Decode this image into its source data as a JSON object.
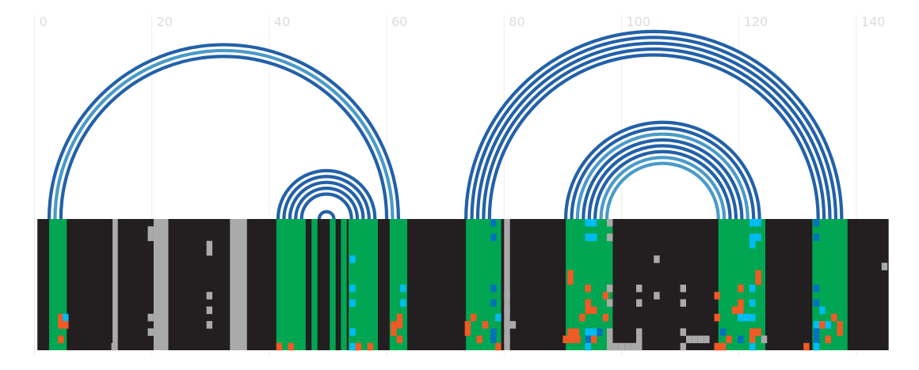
{
  "axis": {
    "min": 0,
    "max": 145,
    "ticks": [
      {
        "value": 0,
        "label": "0"
      },
      {
        "value": 20,
        "label": "20"
      },
      {
        "value": 40,
        "label": "40"
      },
      {
        "value": 60,
        "label": "60"
      },
      {
        "value": 80,
        "label": "80"
      },
      {
        "value": 100,
        "label": "100"
      },
      {
        "value": 120,
        "label": "120"
      },
      {
        "value": 140,
        "label": "140"
      }
    ]
  },
  "colors": {
    "background": "#ffffff",
    "track": "#231f20",
    "paired": "#00a651",
    "gap": "#aaaaaa",
    "mismatch": "#f15a24",
    "variant": "#00bcf2",
    "variant_alt": "#0072bc",
    "arc_dark": "#2361a8",
    "arc_light": "#4a9ac8",
    "gridline": "#eeeeee",
    "tick_label": "#dcdcdc"
  },
  "sequence": {
    "start": 0.5,
    "end": 145.5
  },
  "helices": [
    {
      "outer_left": 2.5,
      "outer_right": 62.0,
      "pairs": [
        {
          "left": 2.5,
          "right": 62.0,
          "tone": "dark"
        },
        {
          "left": 3.5,
          "right": 61.0,
          "tone": "light"
        },
        {
          "left": 4.5,
          "right": 60.0,
          "tone": "dark"
        }
      ]
    },
    {
      "outer_left": 41.5,
      "outer_right": 58.0,
      "pairs": [
        {
          "left": 41.5,
          "right": 58.0,
          "tone": "dark"
        },
        {
          "left": 42.5,
          "right": 57.0,
          "tone": "dark"
        },
        {
          "left": 43.5,
          "right": 56.0,
          "tone": "dark"
        },
        {
          "left": 44.5,
          "right": 55.0,
          "tone": "dark"
        },
        {
          "left": 45.5,
          "right": 54.0,
          "tone": "dark"
        },
        {
          "left": 48.5,
          "right": 51.0,
          "tone": "dark"
        }
      ]
    },
    {
      "outer_left": 73.5,
      "outer_right": 137.5,
      "pairs": [
        {
          "left": 73.5,
          "right": 137.5,
          "tone": "dark"
        },
        {
          "left": 74.5,
          "right": 136.5,
          "tone": "dark"
        },
        {
          "left": 75.5,
          "right": 135.5,
          "tone": "dark"
        },
        {
          "left": 76.5,
          "right": 134.5,
          "tone": "dark"
        },
        {
          "left": 77.5,
          "right": 133.5,
          "tone": "dark"
        }
      ]
    },
    {
      "outer_left": 90.5,
      "outer_right": 123.5,
      "pairs": [
        {
          "left": 90.5,
          "right": 123.5,
          "tone": "dark"
        },
        {
          "left": 91.5,
          "right": 122.5,
          "tone": "dark"
        },
        {
          "left": 92.5,
          "right": 121.5,
          "tone": "light"
        },
        {
          "left": 93.5,
          "right": 120.5,
          "tone": "dark"
        },
        {
          "left": 94.5,
          "right": 119.5,
          "tone": "dark"
        },
        {
          "left": 95.5,
          "right": 118.5,
          "tone": "dark"
        },
        {
          "left": 96.5,
          "right": 117.5,
          "tone": "light"
        },
        {
          "left": 97.5,
          "right": 116.5,
          "tone": "light"
        }
      ]
    }
  ],
  "columns": [
    {
      "start": 2.5,
      "end": 5.5,
      "kind": "paired"
    },
    {
      "start": 13.3,
      "end": 14.2,
      "kind": "gap"
    },
    {
      "start": 20.3,
      "end": 22.8,
      "kind": "gap"
    },
    {
      "start": 33.3,
      "end": 36.2,
      "kind": "gap"
    },
    {
      "start": 41.2,
      "end": 46.2,
      "kind": "paired"
    },
    {
      "start": 47.2,
      "end": 48.2,
      "kind": "paired"
    },
    {
      "start": 50.3,
      "end": 51.3,
      "kind": "paired"
    },
    {
      "start": 52.2,
      "end": 53.2,
      "kind": "paired"
    },
    {
      "start": 53.5,
      "end": 58.5,
      "kind": "paired"
    },
    {
      "start": 60.5,
      "end": 63.5,
      "kind": "paired"
    },
    {
      "start": 73.5,
      "end": 79.5,
      "kind": "paired"
    },
    {
      "start": 80.0,
      "end": 81.0,
      "kind": "gap"
    },
    {
      "start": 90.5,
      "end": 98.5,
      "kind": "paired"
    },
    {
      "start": 116.5,
      "end": 124.5,
      "kind": "paired"
    },
    {
      "start": 132.5,
      "end": 138.5,
      "kind": "paired"
    }
  ],
  "cells": [
    {
      "pos": 4.5,
      "row": 13,
      "kind": "mismatch"
    },
    {
      "pos": 5.3,
      "row": 13,
      "kind": "variant"
    },
    {
      "pos": 4.5,
      "row": 14,
      "kind": "mismatch"
    },
    {
      "pos": 5.3,
      "row": 14,
      "kind": "mismatch"
    },
    {
      "pos": 4.5,
      "row": 16,
      "kind": "mismatch"
    },
    {
      "pos": 19.8,
      "row": 1,
      "kind": "gap"
    },
    {
      "pos": 19.8,
      "row": 2,
      "kind": "gap"
    },
    {
      "pos": 19.8,
      "row": 13,
      "kind": "gap"
    },
    {
      "pos": 19.8,
      "row": 15,
      "kind": "gap"
    },
    {
      "pos": 29.8,
      "row": 3,
      "kind": "gap"
    },
    {
      "pos": 29.8,
      "row": 4,
      "kind": "gap"
    },
    {
      "pos": 29.8,
      "row": 10,
      "kind": "gap"
    },
    {
      "pos": 29.8,
      "row": 12,
      "kind": "gap"
    },
    {
      "pos": 29.8,
      "row": 14,
      "kind": "gap"
    },
    {
      "pos": 13.6,
      "row": 17,
      "kind": "gap"
    },
    {
      "pos": 41.7,
      "row": 17,
      "kind": "mismatch"
    },
    {
      "pos": 43.7,
      "row": 17,
      "kind": "mismatch"
    },
    {
      "pos": 54.2,
      "row": 5,
      "kind": "variant"
    },
    {
      "pos": 54.2,
      "row": 9,
      "kind": "variant"
    },
    {
      "pos": 54.2,
      "row": 11,
      "kind": "variant"
    },
    {
      "pos": 54.2,
      "row": 15,
      "kind": "variant"
    },
    {
      "pos": 54.2,
      "row": 17,
      "kind": "variant"
    },
    {
      "pos": 55.2,
      "row": 17,
      "kind": "mismatch"
    },
    {
      "pos": 57.2,
      "row": 17,
      "kind": "mismatch"
    },
    {
      "pos": 62.8,
      "row": 9,
      "kind": "variant"
    },
    {
      "pos": 62.8,
      "row": 11,
      "kind": "variant"
    },
    {
      "pos": 61.2,
      "row": 14,
      "kind": "mismatch"
    },
    {
      "pos": 62.2,
      "row": 13,
      "kind": "mismatch"
    },
    {
      "pos": 62.2,
      "row": 14,
      "kind": "mismatch"
    },
    {
      "pos": 61.2,
      "row": 15,
      "kind": "mismatch"
    },
    {
      "pos": 62.2,
      "row": 16,
      "kind": "mismatch"
    },
    {
      "pos": 73.8,
      "row": 14,
      "kind": "mismatch"
    },
    {
      "pos": 73.8,
      "row": 15,
      "kind": "mismatch"
    },
    {
      "pos": 74.8,
      "row": 13,
      "kind": "mismatch"
    },
    {
      "pos": 76.8,
      "row": 14,
      "kind": "mismatch"
    },
    {
      "pos": 75.8,
      "row": 16,
      "kind": "mismatch"
    },
    {
      "pos": 78.2,
      "row": 0,
      "kind": "variant_alt"
    },
    {
      "pos": 78.2,
      "row": 2,
      "kind": "variant_alt"
    },
    {
      "pos": 78.2,
      "row": 9,
      "kind": "variant_alt"
    },
    {
      "pos": 78.2,
      "row": 11,
      "kind": "variant_alt"
    },
    {
      "pos": 78.2,
      "row": 15,
      "kind": "variant_alt"
    },
    {
      "pos": 78.2,
      "row": 16,
      "kind": "variant_alt"
    },
    {
      "pos": 79.0,
      "row": 13,
      "kind": "variant"
    },
    {
      "pos": 79.0,
      "row": 17,
      "kind": "mismatch"
    },
    {
      "pos": 80.5,
      "row": 10,
      "kind": "gap"
    },
    {
      "pos": 80.5,
      "row": 12,
      "kind": "gap"
    },
    {
      "pos": 80.5,
      "row": 14,
      "kind": "gap"
    },
    {
      "pos": 81.5,
      "row": 14,
      "kind": "gap"
    },
    {
      "pos": 80.5,
      "row": 16,
      "kind": "gap"
    },
    {
      "pos": 91.3,
      "row": 7,
      "kind": "mismatch"
    },
    {
      "pos": 91.3,
      "row": 8,
      "kind": "mismatch"
    },
    {
      "pos": 91.3,
      "row": 15,
      "kind": "mismatch"
    },
    {
      "pos": 92.3,
      "row": 15,
      "kind": "mismatch"
    },
    {
      "pos": 90.5,
      "row": 16,
      "kind": "mismatch"
    },
    {
      "pos": 91.5,
      "row": 16,
      "kind": "mismatch"
    },
    {
      "pos": 92.5,
      "row": 16,
      "kind": "mismatch"
    },
    {
      "pos": 94.3,
      "row": 0,
      "kind": "variant"
    },
    {
      "pos": 95.3,
      "row": 0,
      "kind": "variant"
    },
    {
      "pos": 94.3,
      "row": 2,
      "kind": "variant"
    },
    {
      "pos": 95.3,
      "row": 2,
      "kind": "variant"
    },
    {
      "pos": 94.3,
      "row": 9,
      "kind": "mismatch"
    },
    {
      "pos": 94.3,
      "row": 11,
      "kind": "mismatch"
    },
    {
      "pos": 94.3,
      "row": 12,
      "kind": "mismatch"
    },
    {
      "pos": 95.3,
      "row": 12,
      "kind": "mismatch"
    },
    {
      "pos": 93.3,
      "row": 13,
      "kind": "mismatch"
    },
    {
      "pos": 94.3,
      "row": 15,
      "kind": "variant"
    },
    {
      "pos": 95.3,
      "row": 15,
      "kind": "variant"
    },
    {
      "pos": 94.3,
      "row": 16,
      "kind": "variant_alt"
    },
    {
      "pos": 95.3,
      "row": 16,
      "kind": "mismatch"
    },
    {
      "pos": 94.3,
      "row": 17,
      "kind": "variant"
    },
    {
      "pos": 96.3,
      "row": 15,
      "kind": "variant_alt"
    },
    {
      "pos": 97.3,
      "row": 10,
      "kind": "mismatch"
    },
    {
      "pos": 97.3,
      "row": 13,
      "kind": "mismatch"
    },
    {
      "pos": 98.0,
      "row": 0,
      "kind": "gap"
    },
    {
      "pos": 98.0,
      "row": 2,
      "kind": "gap"
    },
    {
      "pos": 98.0,
      "row": 9,
      "kind": "gap"
    },
    {
      "pos": 98.0,
      "row": 11,
      "kind": "gap"
    },
    {
      "pos": 98.0,
      "row": 15,
      "kind": "gap"
    },
    {
      "pos": 98.0,
      "row": 16,
      "kind": "gap"
    },
    {
      "pos": 98.0,
      "row": 17,
      "kind": "gap"
    },
    {
      "pos": 99.0,
      "row": 17,
      "kind": "gap"
    },
    {
      "pos": 100.0,
      "row": 17,
      "kind": "gap"
    },
    {
      "pos": 101.0,
      "row": 17,
      "kind": "gap"
    },
    {
      "pos": 102.0,
      "row": 17,
      "kind": "gap"
    },
    {
      "pos": 103.0,
      "row": 17,
      "kind": "gap"
    },
    {
      "pos": 103.0,
      "row": 9,
      "kind": "gap"
    },
    {
      "pos": 103.0,
      "row": 11,
      "kind": "gap"
    },
    {
      "pos": 103.0,
      "row": 15,
      "kind": "gap"
    },
    {
      "pos": 103.0,
      "row": 16,
      "kind": "gap"
    },
    {
      "pos": 106.0,
      "row": 5,
      "kind": "gap"
    },
    {
      "pos": 106.0,
      "row": 10,
      "kind": "gap"
    },
    {
      "pos": 110.5,
      "row": 9,
      "kind": "gap"
    },
    {
      "pos": 110.5,
      "row": 11,
      "kind": "gap"
    },
    {
      "pos": 110.5,
      "row": 15,
      "kind": "gap"
    },
    {
      "pos": 110.5,
      "row": 17,
      "kind": "gap"
    },
    {
      "pos": 111.5,
      "row": 16,
      "kind": "gap"
    },
    {
      "pos": 112.5,
      "row": 16,
      "kind": "gap"
    },
    {
      "pos": 113.5,
      "row": 16,
      "kind": "gap"
    },
    {
      "pos": 114.5,
      "row": 16,
      "kind": "gap"
    },
    {
      "pos": 116.3,
      "row": 10,
      "kind": "mismatch"
    },
    {
      "pos": 116.3,
      "row": 13,
      "kind": "mismatch"
    },
    {
      "pos": 116.3,
      "row": 17,
      "kind": "mismatch"
    },
    {
      "pos": 117.3,
      "row": 17,
      "kind": "mismatch"
    },
    {
      "pos": 117.3,
      "row": 15,
      "kind": "variant_alt"
    },
    {
      "pos": 118.3,
      "row": 16,
      "kind": "mismatch"
    },
    {
      "pos": 119.3,
      "row": 12,
      "kind": "mismatch"
    },
    {
      "pos": 120.3,
      "row": 9,
      "kind": "mismatch"
    },
    {
      "pos": 120.3,
      "row": 11,
      "kind": "mismatch"
    },
    {
      "pos": 120.3,
      "row": 12,
      "kind": "mismatch"
    },
    {
      "pos": 120.3,
      "row": 13,
      "kind": "variant"
    },
    {
      "pos": 120.3,
      "row": 16,
      "kind": "variant_alt"
    },
    {
      "pos": 121.3,
      "row": 13,
      "kind": "variant"
    },
    {
      "pos": 122.3,
      "row": 0,
      "kind": "variant"
    },
    {
      "pos": 123.3,
      "row": 0,
      "kind": "variant"
    },
    {
      "pos": 122.3,
      "row": 2,
      "kind": "variant"
    },
    {
      "pos": 123.3,
      "row": 2,
      "kind": "variant"
    },
    {
      "pos": 122.3,
      "row": 3,
      "kind": "variant"
    },
    {
      "pos": 122.3,
      "row": 9,
      "kind": "variant"
    },
    {
      "pos": 122.3,
      "row": 11,
      "kind": "variant"
    },
    {
      "pos": 122.3,
      "row": 13,
      "kind": "variant"
    },
    {
      "pos": 122.3,
      "row": 15,
      "kind": "mismatch"
    },
    {
      "pos": 123.3,
      "row": 15,
      "kind": "mismatch"
    },
    {
      "pos": 122.3,
      "row": 16,
      "kind": "mismatch"
    },
    {
      "pos": 122.3,
      "row": 17,
      "kind": "variant"
    },
    {
      "pos": 123.3,
      "row": 7,
      "kind": "mismatch"
    },
    {
      "pos": 123.3,
      "row": 8,
      "kind": "mismatch"
    },
    {
      "pos": 124.3,
      "row": 16,
      "kind": "gap"
    },
    {
      "pos": 131.5,
      "row": 17,
      "kind": "mismatch"
    },
    {
      "pos": 133.2,
      "row": 0,
      "kind": "variant_alt"
    },
    {
      "pos": 133.2,
      "row": 2,
      "kind": "variant_alt"
    },
    {
      "pos": 133.2,
      "row": 9,
      "kind": "variant_alt"
    },
    {
      "pos": 133.2,
      "row": 11,
      "kind": "variant_alt"
    },
    {
      "pos": 133.2,
      "row": 14,
      "kind": "variant"
    },
    {
      "pos": 134.2,
      "row": 14,
      "kind": "mismatch"
    },
    {
      "pos": 135.2,
      "row": 14,
      "kind": "variant"
    },
    {
      "pos": 133.2,
      "row": 15,
      "kind": "variant_alt"
    },
    {
      "pos": 133.2,
      "row": 16,
      "kind": "variant_alt"
    },
    {
      "pos": 133.2,
      "row": 17,
      "kind": "variant"
    },
    {
      "pos": 134.2,
      "row": 12,
      "kind": "variant"
    },
    {
      "pos": 135.2,
      "row": 16,
      "kind": "mismatch"
    },
    {
      "pos": 136.2,
      "row": 13,
      "kind": "mismatch"
    },
    {
      "pos": 137.2,
      "row": 14,
      "kind": "mismatch"
    },
    {
      "pos": 137.2,
      "row": 15,
      "kind": "mismatch"
    },
    {
      "pos": 144.8,
      "row": 6,
      "kind": "gap"
    }
  ]
}
